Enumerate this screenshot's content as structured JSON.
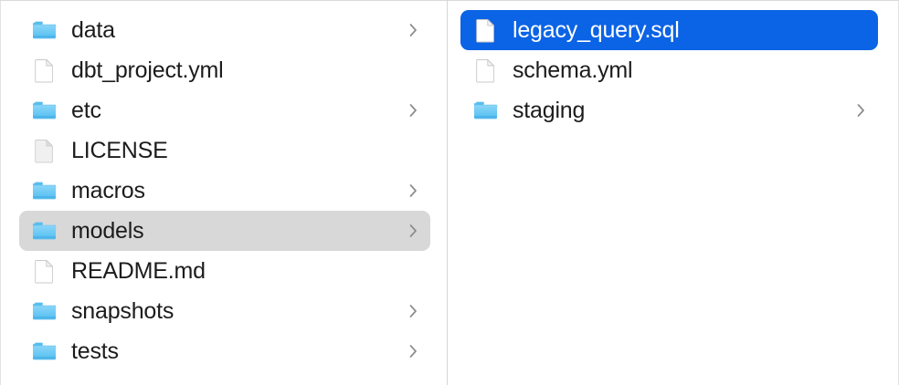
{
  "window": {
    "title": "Finder Column View",
    "view_mode": "column"
  },
  "colors": {
    "selection_active": "#0b63e5",
    "selection_inactive": "#d8d8d8",
    "text_primary": "#1c1c1e",
    "text_selected": "#ffffff",
    "folder_blue": "#54c0f4",
    "divider": "#d6d6d6",
    "background": "#ffffff"
  },
  "columns": [
    {
      "name": "project-column",
      "items": [
        {
          "label": "data",
          "type": "folder",
          "has_chevron": true,
          "selected": "none",
          "icon": "folder-icon"
        },
        {
          "label": "dbt_project.yml",
          "type": "file",
          "has_chevron": false,
          "selected": "none",
          "icon": "file-icon"
        },
        {
          "label": "etc",
          "type": "folder",
          "has_chevron": true,
          "selected": "none",
          "icon": "folder-icon"
        },
        {
          "label": "LICENSE",
          "type": "document",
          "has_chevron": false,
          "selected": "none",
          "icon": "generic-document-icon"
        },
        {
          "label": "macros",
          "type": "folder",
          "has_chevron": true,
          "selected": "none",
          "icon": "folder-icon"
        },
        {
          "label": "models",
          "type": "folder",
          "has_chevron": true,
          "selected": "inactive",
          "icon": "folder-icon"
        },
        {
          "label": "README.md",
          "type": "file",
          "has_chevron": false,
          "selected": "none",
          "icon": "file-icon"
        },
        {
          "label": "snapshots",
          "type": "folder",
          "has_chevron": true,
          "selected": "none",
          "icon": "folder-icon"
        },
        {
          "label": "tests",
          "type": "folder",
          "has_chevron": true,
          "selected": "none",
          "icon": "folder-icon"
        }
      ]
    },
    {
      "name": "models-column",
      "items": [
        {
          "label": "legacy_query.sql",
          "type": "file",
          "has_chevron": false,
          "selected": "active",
          "icon": "file-icon"
        },
        {
          "label": "schema.yml",
          "type": "file",
          "has_chevron": false,
          "selected": "none",
          "icon": "file-icon"
        },
        {
          "label": "staging",
          "type": "folder",
          "has_chevron": true,
          "selected": "none",
          "icon": "folder-icon"
        }
      ]
    }
  ]
}
